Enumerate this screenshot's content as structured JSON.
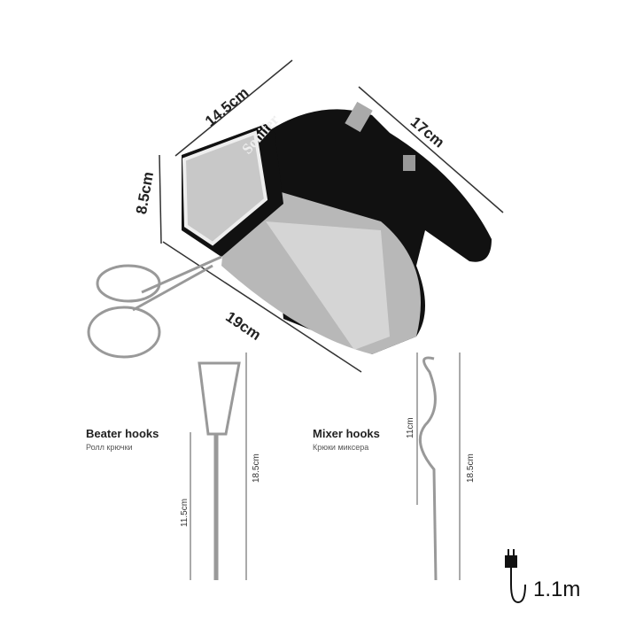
{
  "brand": "Sonifer",
  "dimensions": {
    "top": "14.5cm",
    "right": "17cm",
    "side": "8.5cm",
    "bottom": "19cm"
  },
  "beater": {
    "title": "Beater hooks",
    "subtitle": "Ролл крючки",
    "dim_short": "11.5cm",
    "dim_long": "18.5cm"
  },
  "mixer": {
    "title": "Mixer hooks",
    "subtitle": "Крюки миксера",
    "dim_short": "11cm",
    "dim_long": "18.5cm"
  },
  "cord": {
    "length": "1.1m",
    "icon": "plug-icon"
  }
}
